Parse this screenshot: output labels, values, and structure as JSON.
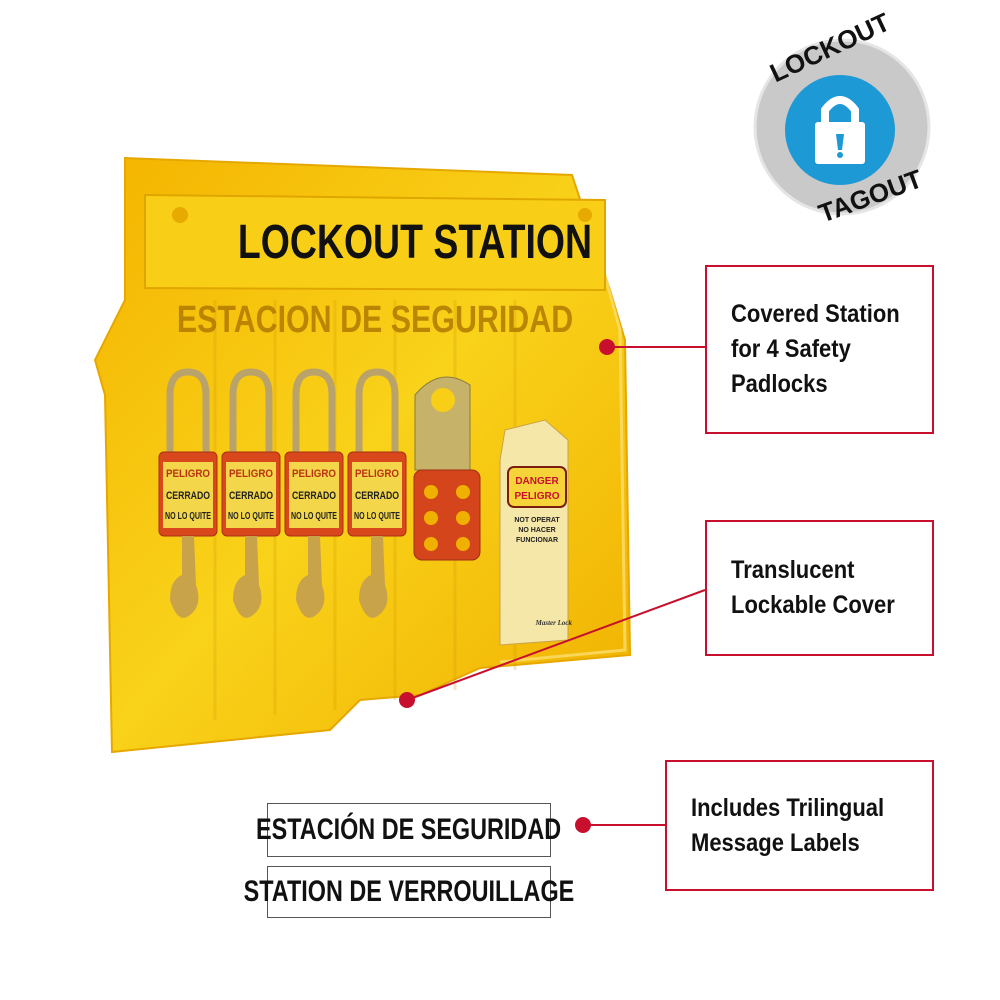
{
  "logo": {
    "top_text": "LOCKOUT",
    "bottom_text": "TAGOUT",
    "icon": "padlock-icon"
  },
  "station": {
    "title": "LOCKOUT STATION",
    "subtitle": "ESTACION DE SEGURIDAD",
    "padlock": {
      "brand_label": "PELIGRO",
      "line1": "CERRADO",
      "line2": "NO LO QUITE"
    },
    "tag": {
      "line1": "DANGER",
      "line2": "PELIGRO",
      "line3": "NOT OPERAT",
      "line4": "NO HACER",
      "line5": "FUNCIONAR",
      "brand": "Master Lock"
    }
  },
  "callouts": [
    {
      "text": "Covered Station\nfor 4 Safety\nPadlocks"
    },
    {
      "text": "Translucent\nLockable Cover"
    },
    {
      "text": "Includes Trilingual\nMessage Labels"
    }
  ],
  "message_labels": [
    "ESTACIÓN DE SEGURIDAD",
    "STATION DE VERROUILLAGE"
  ],
  "colors": {
    "accent": "#c8102e",
    "yellow": "#f7c600",
    "padlock": "#d9471c",
    "logo_blue": "#1d9ad6"
  }
}
